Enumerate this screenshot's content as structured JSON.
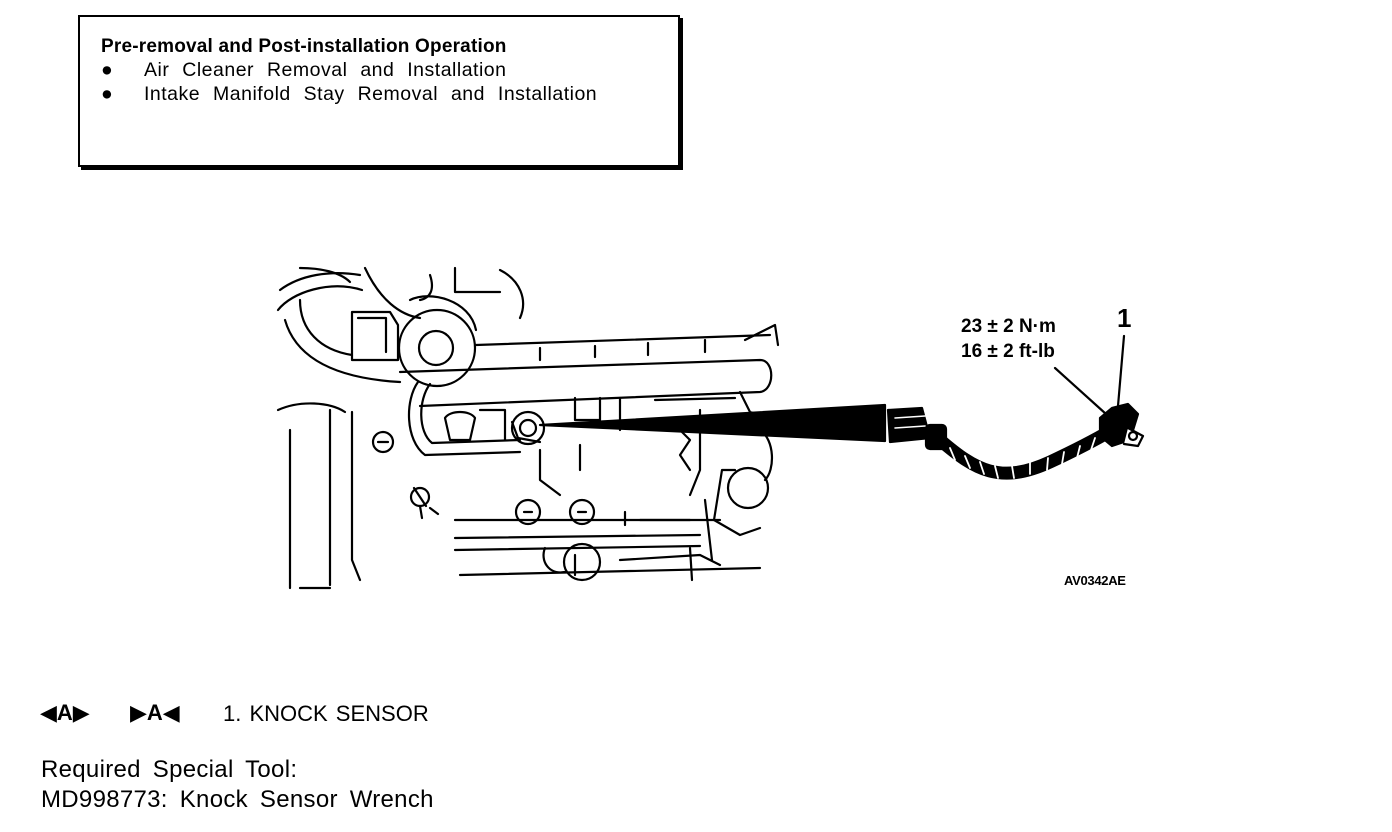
{
  "note": {
    "title": "Pre-removal and Post-installation Operation",
    "bullet": "●",
    "items": [
      "Air Cleaner Removal and Installation",
      "Intake Manifold Stay Removal and Installation"
    ]
  },
  "figure": {
    "torque_nm": "23 ± 2 N·m",
    "torque_ftlb": "16 ± 2 ft-lb",
    "callout": "1",
    "code": "AV0342AE"
  },
  "step": {
    "mark_remove": "◀A▶",
    "mark_install": "▶A◀",
    "label": "1. KNOCK SENSOR"
  },
  "tool": {
    "heading": "Required Special Tool:",
    "item": "MD998773: Knock Sensor Wrench"
  }
}
